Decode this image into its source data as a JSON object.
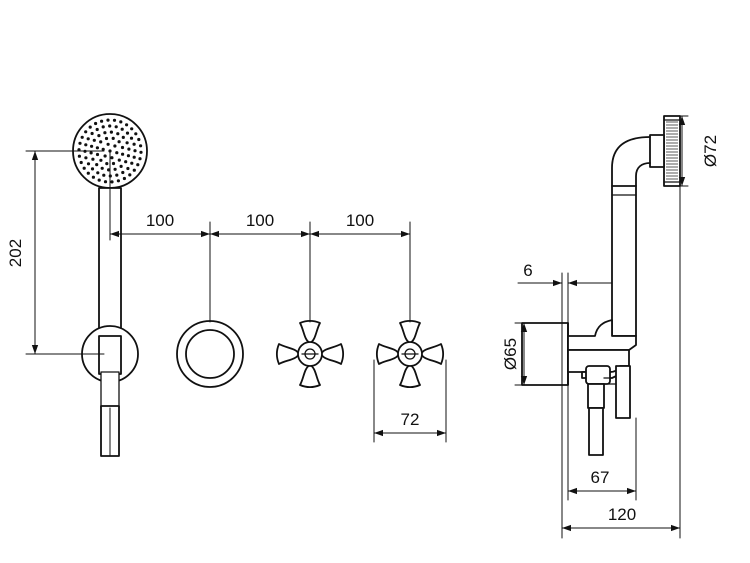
{
  "dimensions": {
    "height_202": "202",
    "spacing_1": "100",
    "spacing_2": "100",
    "spacing_3": "100",
    "width_72": "72",
    "offset_6": "6",
    "diameter_65": "Ø65",
    "diameter_72": "Ø72",
    "depth_67": "67",
    "depth_120": "120"
  }
}
